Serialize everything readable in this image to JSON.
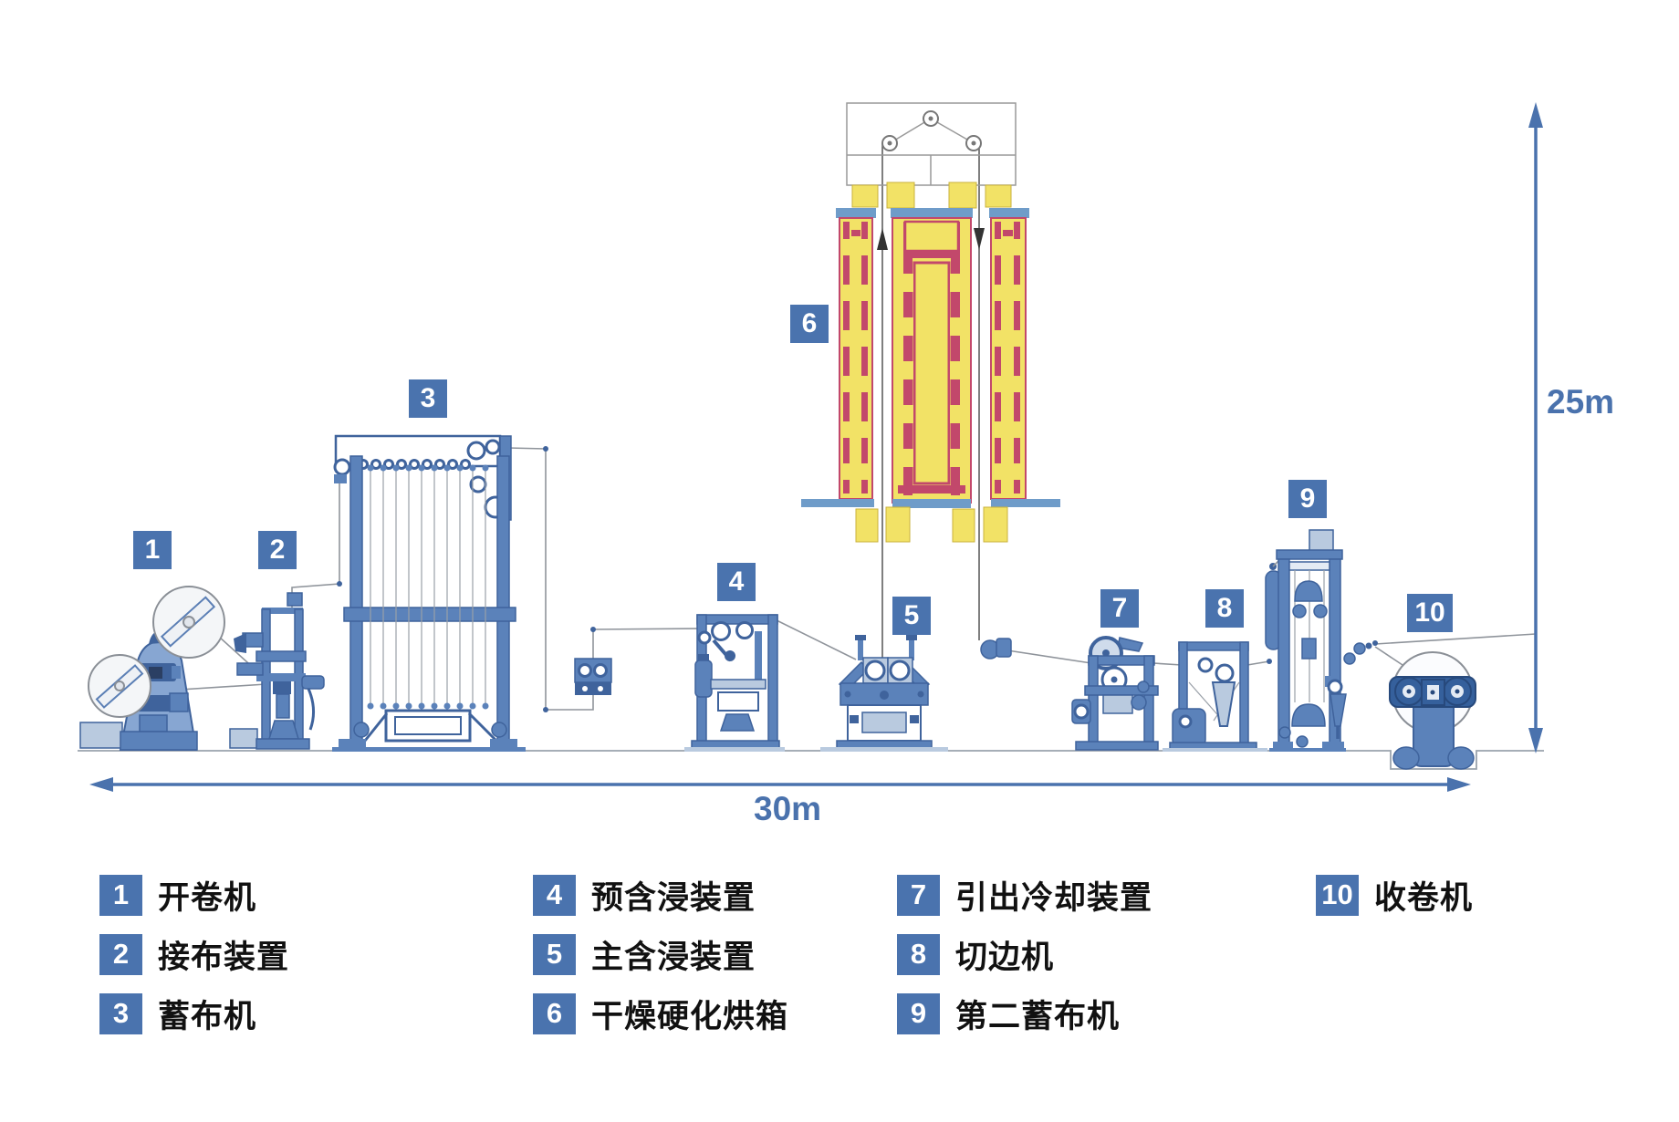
{
  "dimensions": {
    "height_label": "25m",
    "width_label": "30m"
  },
  "machines": [
    {
      "num": "1",
      "label": "开卷机"
    },
    {
      "num": "2",
      "label": "接布装置"
    },
    {
      "num": "3",
      "label": "蓄布机"
    },
    {
      "num": "4",
      "label": "预含浸装置"
    },
    {
      "num": "5",
      "label": "主含浸装置"
    },
    {
      "num": "6",
      "label": "干燥硬化烘箱"
    },
    {
      "num": "7",
      "label": "引出冷却装置"
    },
    {
      "num": "8",
      "label": "切边机"
    },
    {
      "num": "9",
      "label": "第二蓄布机"
    },
    {
      "num": "10",
      "label": "收卷机"
    }
  ],
  "colors": {
    "badge": "#4a73ae",
    "machine_blue": "#5b82ba",
    "machine_dark": "#3f639c",
    "machine_light": "#b9cadf",
    "machine_deep": "#35609c",
    "oven_yellow": "#f2e266",
    "oven_red": "#c2486b",
    "oven_cap": "#6f9cc9",
    "dimension_blue": "#4a72ad",
    "wire_gray": "#8f949b",
    "legend_text": "#111111"
  }
}
